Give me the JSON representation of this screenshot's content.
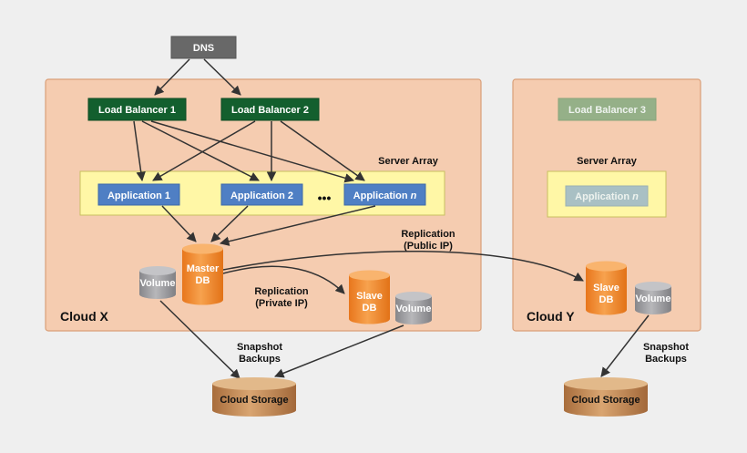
{
  "dns": {
    "label": "DNS"
  },
  "cloud_x": {
    "label": "Cloud X",
    "load_balancers": [
      "Load Balancer 1",
      "Load Balancer 2"
    ],
    "server_array_label": "Server Array",
    "applications": [
      "Application 1",
      "Application 2"
    ],
    "application_n": {
      "prefix": "Application ",
      "suffix": "n"
    },
    "ellipsis": "•••",
    "master_db": [
      "Master",
      "DB"
    ],
    "slave_db": [
      "Slave",
      "DB"
    ],
    "volume_label": "Volume",
    "replication_private": [
      "Replication",
      "(Private IP)"
    ],
    "snapshot": [
      "Snapshot",
      "Backups"
    ],
    "storage": "Cloud Storage"
  },
  "cloud_y": {
    "label": "Cloud Y",
    "load_balancer": "Load Balancer 3",
    "server_array_label": "Server Array",
    "application_n": {
      "prefix": "Application ",
      "suffix": "n"
    },
    "slave_db": [
      "Slave",
      "DB"
    ],
    "volume_label": "Volume",
    "snapshot": [
      "Snapshot",
      "Backups"
    ],
    "storage": "Cloud Storage"
  },
  "replication_public": [
    "Replication",
    "(Public IP)"
  ],
  "colors": {
    "load_balancer": "#135f2e",
    "application": "#4f7fc4",
    "db": "#f08a2a",
    "volume": "#9a9a9e",
    "storage": "#bd8450",
    "cloud": "#f5ccb0",
    "server_array": "#fff7a6"
  }
}
